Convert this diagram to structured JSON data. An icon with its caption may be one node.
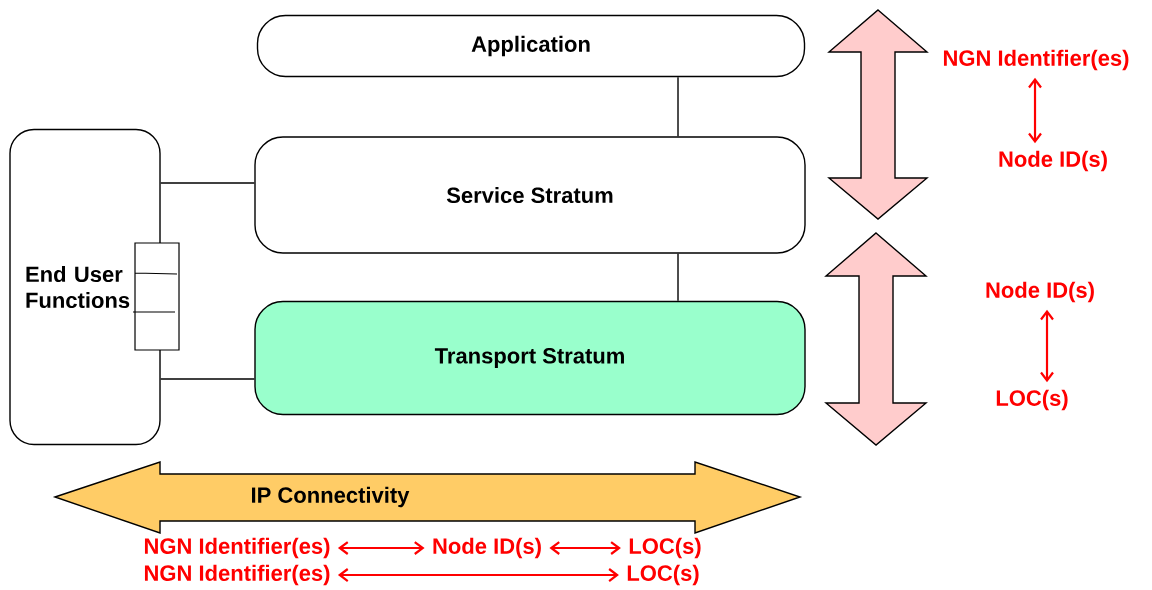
{
  "diagram": {
    "nodes": [
      {
        "text": [
          "Application"
        ]
      },
      {
        "text": [
          "End User Functions"
        ]
      },
      {
        "text": [
          "Service Stratum"
        ]
      },
      {
        "text": [
          "Transport Stratum"
        ]
      },
      {
        "text": [
          "IP Connectivity"
        ]
      },
      {
        "text": [
          "NGN Identifier(es)"
        ]
      },
      {
        "text": [
          "Node ID(s)"
        ]
      },
      {
        "text": [
          "Node ID(s)"
        ]
      },
      {
        "text": [
          "LOC(s)"
        ]
      },
      {
        "text": [
          "NGN Identifier(es)"
        ]
      },
      {
        "text": [
          "Node ID(s)"
        ]
      },
      {
        "text": [
          "LOC(s)"
        ]
      },
      {
        "text": [
          "NGN Identifier(es)"
        ]
      },
      {
        "text": [
          "LOC(s)"
        ]
      }
    ],
    "edges": [
      {
        "from": 0,
        "to": 2,
        "arrow": "none",
        "color": "#000000"
      },
      {
        "from": 2,
        "to": 3,
        "arrow": "none",
        "color": "#000000"
      },
      {
        "from": 1,
        "to": 2,
        "arrow": "none",
        "color": "#000000"
      },
      {
        "from": 1,
        "to": 3,
        "arrow": "none",
        "color": "#000000"
      },
      {
        "from": 5,
        "to": 6,
        "arrow": "both"
      },
      {
        "from": 7,
        "to": 8,
        "arrow": "both"
      },
      {
        "from": 9,
        "to": 10,
        "arrow": "both"
      },
      {
        "from": 10,
        "to": 11,
        "arrow": "both"
      },
      {
        "from": 12,
        "to": 13,
        "arrow": "both"
      }
    ]
  }
}
